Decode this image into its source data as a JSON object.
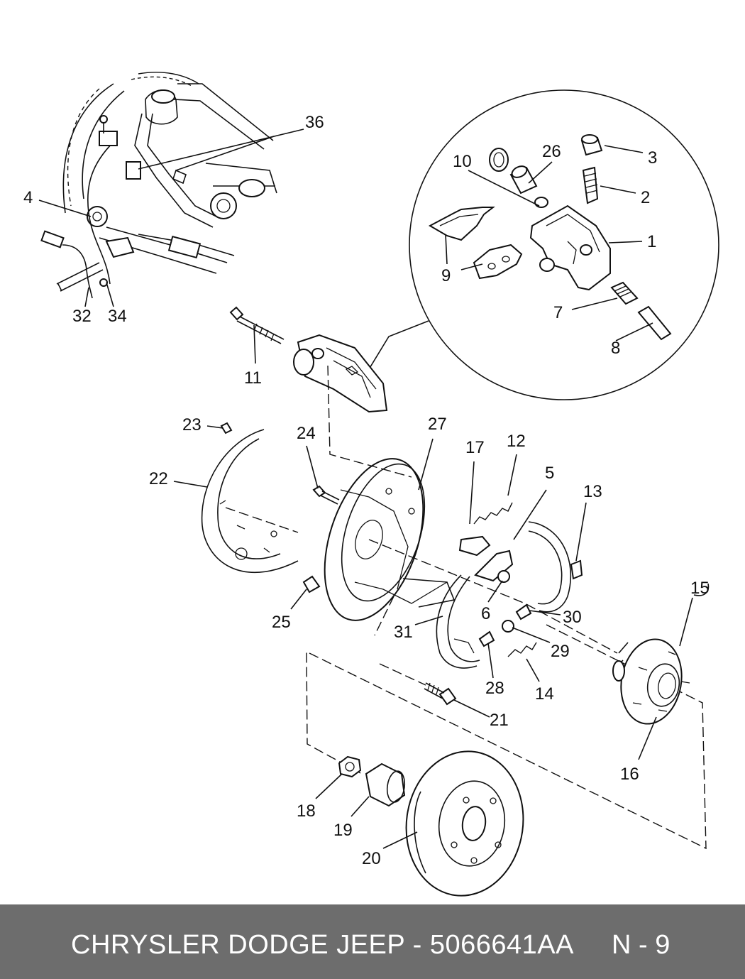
{
  "diagram": {
    "callouts": [
      "1",
      "2",
      "3",
      "4",
      "5",
      "6",
      "7",
      "8",
      "9",
      "10",
      "11",
      "12",
      "13",
      "14",
      "15",
      "16",
      "17",
      "18",
      "19",
      "20",
      "21",
      "22",
      "23",
      "24",
      "25",
      "26",
      "27",
      "28",
      "29",
      "30",
      "31",
      "32",
      "34",
      "36"
    ]
  },
  "footer": {
    "title": "CHRYSLER DODGE JEEP - 5066641AA",
    "page": "N - 9"
  }
}
